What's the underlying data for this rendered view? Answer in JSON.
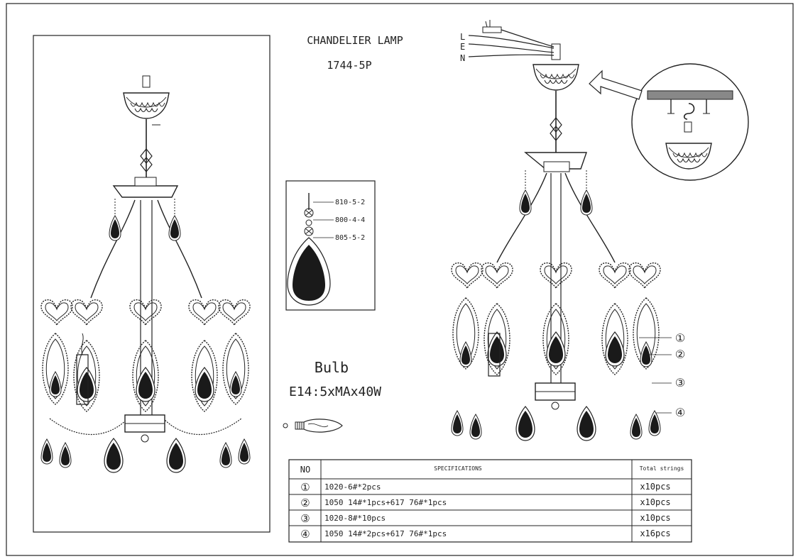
{
  "title": {
    "line1": "CHANDELIER  LAMP",
    "line2": "1744-5P"
  },
  "wiring": {
    "l": "L",
    "e": "E",
    "n": "N"
  },
  "parts": [
    {
      "code": "810-5-2"
    },
    {
      "code": "800-4-4"
    },
    {
      "code": "805-5-2"
    }
  ],
  "bulb": {
    "label": "Bulb",
    "spec": "E14:5xMAx40W"
  },
  "callouts": [
    "①",
    "②",
    "③",
    "④"
  ],
  "table": {
    "headers": {
      "no": "NO",
      "spec": "SPECIFICATIONS",
      "total": "Total strings"
    },
    "rows": [
      {
        "no": "①",
        "spec": "1020-6#*2pcs",
        "total": "x10pcs"
      },
      {
        "no": "②",
        "spec": "1050 14#*1pcs+617 76#*1pcs",
        "total": "x10pcs"
      },
      {
        "no": "③",
        "spec": "1020-8#*10pcs",
        "total": "x10pcs"
      },
      {
        "no": "④",
        "spec": "1050 14#*2pcs+617 76#*1pcs",
        "total": "x16pcs"
      }
    ]
  },
  "colors": {
    "line": "#222222",
    "crystal": "#1a1a1a"
  }
}
